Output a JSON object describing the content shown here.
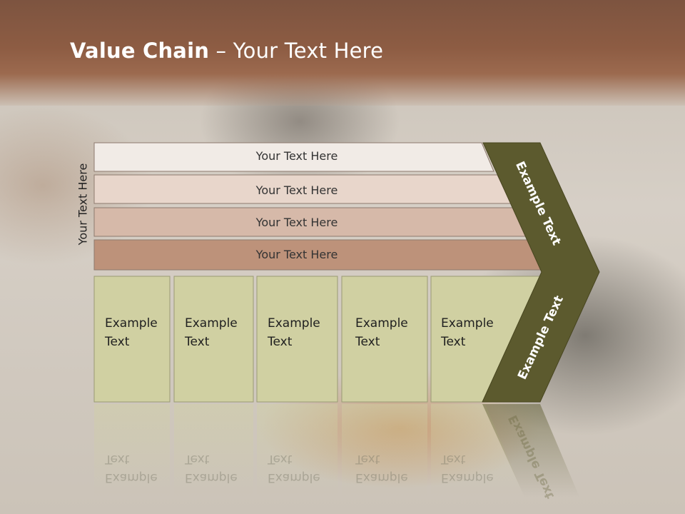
{
  "title": {
    "bold": "Value Chain",
    "rest": " – Your Text Here"
  },
  "side_label": "Your Text Here",
  "bands": [
    {
      "label": "Your Text Here",
      "color": "#f1ebe6"
    },
    {
      "label": "Your Text Here",
      "color": "#e8d6cb"
    },
    {
      "label": "Your Text Here",
      "color": "#d6b9a9"
    },
    {
      "label": "Your Text Here",
      "color": "#bd927a"
    }
  ],
  "boxes": [
    {
      "line1": "Example",
      "line2": "Text"
    },
    {
      "line1": "Example",
      "line2": "Text"
    },
    {
      "line1": "Example",
      "line2": "Text"
    },
    {
      "line1": "Example",
      "line2": "Text"
    },
    {
      "line1": "Example",
      "line2": "Text"
    }
  ],
  "chevron": {
    "upper": "Example Text",
    "lower": "Example Text",
    "color": "#5c5a2e"
  },
  "colors": {
    "box_fill": "#d0d0a2",
    "header": "#8a5a42"
  }
}
